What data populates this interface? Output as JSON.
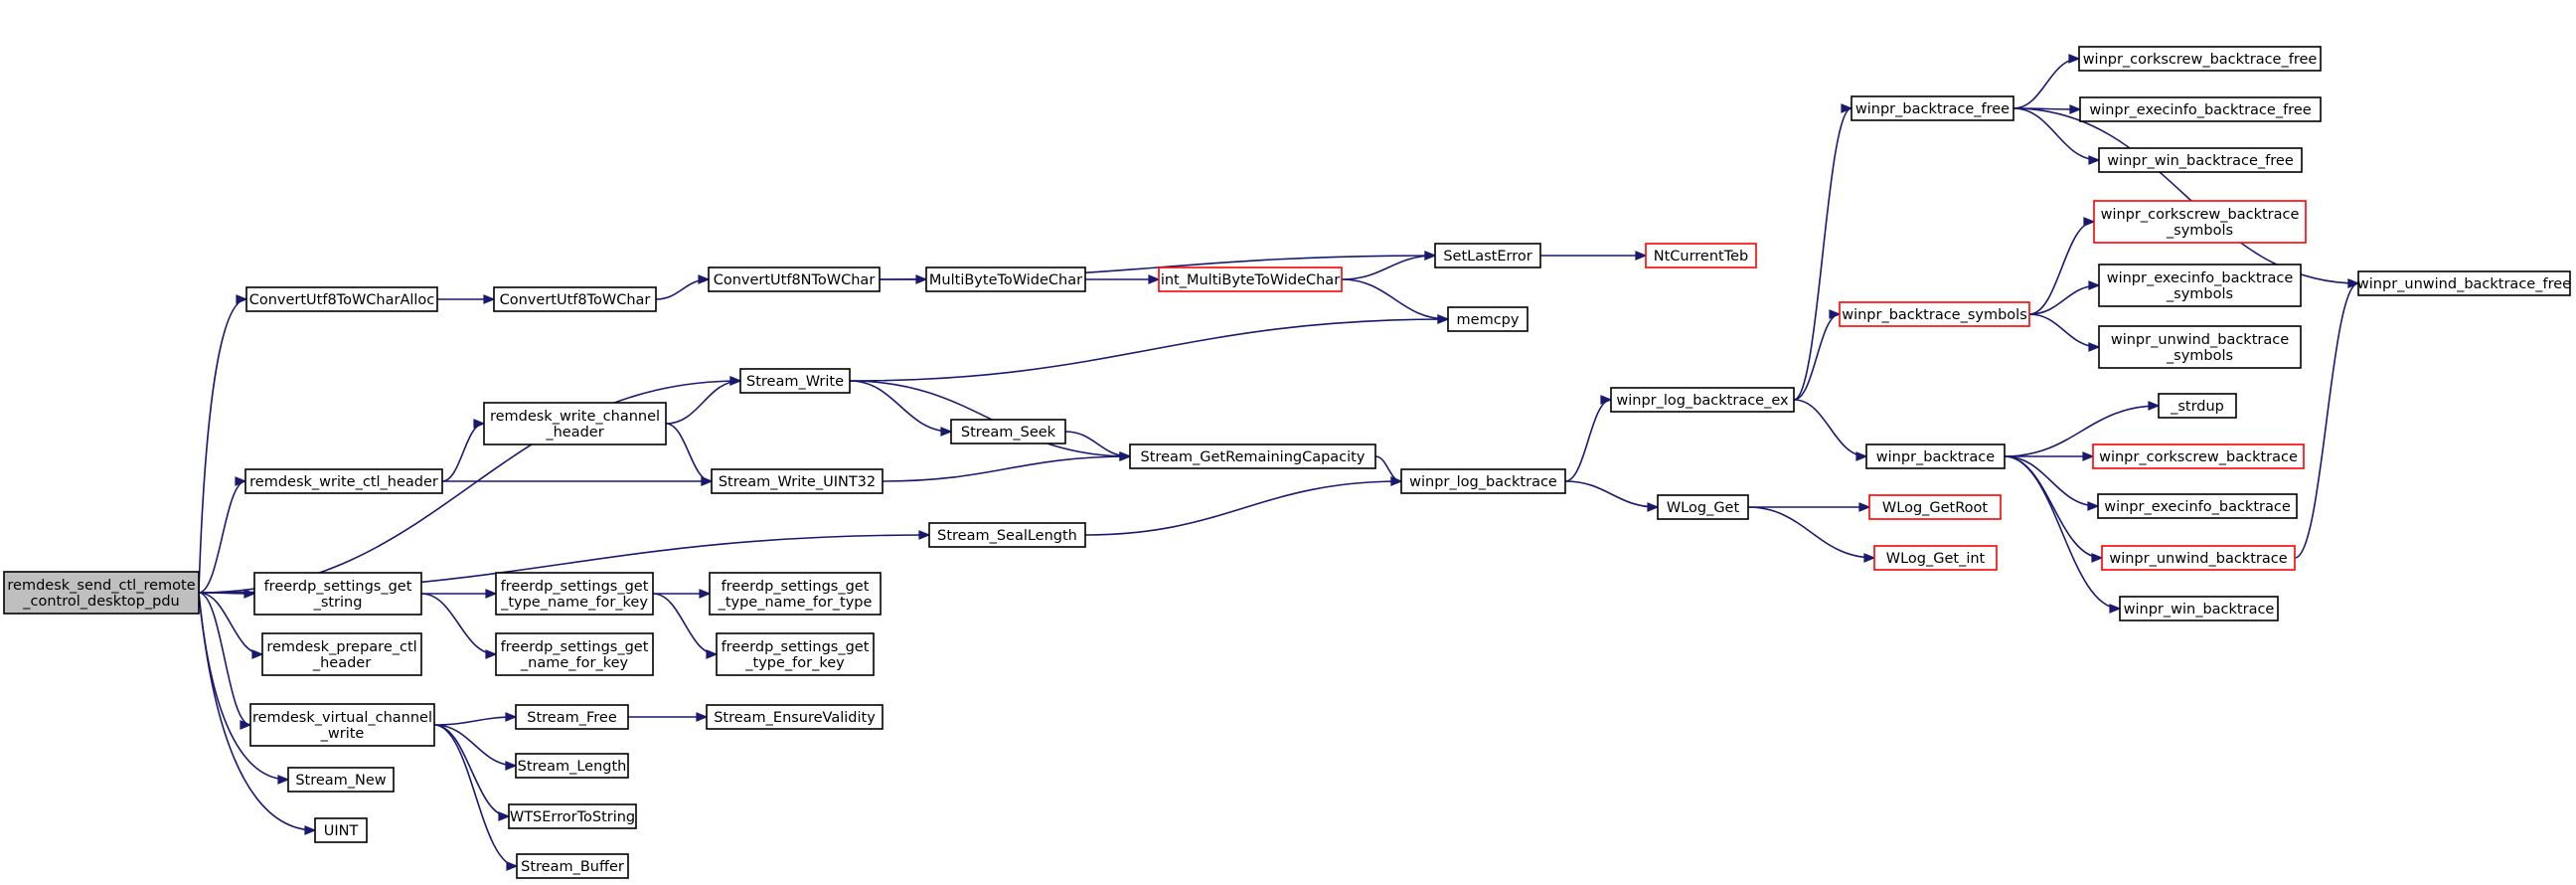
{
  "colors": {
    "edge": "#191970",
    "root_fill": "#bfbfbf",
    "node_fill": "#ffffff",
    "node_border": "#000000",
    "truncated_border": "#ff0000"
  },
  "nodes": {
    "root": {
      "lines": [
        "remdesk_send_ctl_remote",
        "_control_desktop_pdu"
      ],
      "root": true
    },
    "cu8wca": {
      "lines": [
        "ConvertUtf8ToWCharAlloc"
      ]
    },
    "cu8wc": {
      "lines": [
        "ConvertUtf8ToWChar"
      ]
    },
    "cu8nwc": {
      "lines": [
        "ConvertUtf8NToWChar"
      ]
    },
    "mb2wc": {
      "lines": [
        "MultiByteToWideChar"
      ]
    },
    "imb2wc": {
      "lines": [
        "int_MultiByteToWideChar"
      ],
      "truncated": true
    },
    "setlasterror": {
      "lines": [
        "SetLastError"
      ]
    },
    "ntcurrentteb": {
      "lines": [
        "NtCurrentTeb"
      ],
      "truncated": true
    },
    "memcpy": {
      "lines": [
        "memcpy"
      ]
    },
    "swrite": {
      "lines": [
        "Stream_Write"
      ]
    },
    "rwch": {
      "lines": [
        "remdesk_write_channel",
        "_header"
      ]
    },
    "rwctlh": {
      "lines": [
        "remdesk_write_ctl_header"
      ]
    },
    "sseek": {
      "lines": [
        "Stream_Seek"
      ]
    },
    "sgrc": {
      "lines": [
        "Stream_GetRemainingCapacity"
      ]
    },
    "swu32": {
      "lines": [
        "Stream_Write_UINT32"
      ]
    },
    "ssl": {
      "lines": [
        "Stream_SealLength"
      ]
    },
    "wlbt": {
      "lines": [
        "winpr_log_backtrace"
      ]
    },
    "wlbtex": {
      "lines": [
        "winpr_log_backtrace_ex"
      ]
    },
    "wlogget": {
      "lines": [
        "WLog_Get"
      ]
    },
    "wloggetroot": {
      "lines": [
        "WLog_GetRoot"
      ],
      "truncated": true
    },
    "wloggetint": {
      "lines": [
        "WLog_Get_int"
      ],
      "truncated": true
    },
    "wbtfree": {
      "lines": [
        "winpr_backtrace_free"
      ]
    },
    "wcbtfree": {
      "lines": [
        "winpr_corkscrew_backtrace_free"
      ]
    },
    "webtfree": {
      "lines": [
        "winpr_execinfo_backtrace_free"
      ]
    },
    "wwbtfree": {
      "lines": [
        "winpr_win_backtrace_free"
      ]
    },
    "wubtfree": {
      "lines": [
        "winpr_unwind_backtrace_free"
      ]
    },
    "wbtsym": {
      "lines": [
        "winpr_backtrace_symbols"
      ],
      "truncated": true
    },
    "wcbtsym": {
      "lines": [
        "winpr_corkscrew_backtrace",
        "_symbols"
      ],
      "truncated": true
    },
    "webtsym": {
      "lines": [
        "winpr_execinfo_backtrace",
        "_symbols"
      ]
    },
    "wubtsym": {
      "lines": [
        "winpr_unwind_backtrace",
        "_symbols"
      ]
    },
    "wbt": {
      "lines": [
        "winpr_backtrace"
      ]
    },
    "strdup": {
      "lines": [
        "_strdup"
      ]
    },
    "wcbt": {
      "lines": [
        "winpr_corkscrew_backtrace"
      ],
      "truncated": true
    },
    "webt": {
      "lines": [
        "winpr_execinfo_backtrace"
      ]
    },
    "wubt": {
      "lines": [
        "winpr_unwind_backtrace"
      ],
      "truncated": true
    },
    "wwbt": {
      "lines": [
        "winpr_win_backtrace"
      ]
    },
    "fsgs": {
      "lines": [
        "freerdp_settings_get",
        "_string"
      ]
    },
    "fsgtnk": {
      "lines": [
        "freerdp_settings_get",
        "_type_name_for_key"
      ]
    },
    "fsgtnt": {
      "lines": [
        "freerdp_settings_get",
        "_type_name_for_type"
      ]
    },
    "fsgnk": {
      "lines": [
        "freerdp_settings_get",
        "_name_for_key"
      ]
    },
    "fsgtk": {
      "lines": [
        "freerdp_settings_get",
        "_type_for_key"
      ]
    },
    "rpch": {
      "lines": [
        "remdesk_prepare_ctl",
        "_header"
      ]
    },
    "rvcw": {
      "lines": [
        "remdesk_virtual_channel",
        "_write"
      ]
    },
    "sfree": {
      "lines": [
        "Stream_Free"
      ]
    },
    "sev": {
      "lines": [
        "Stream_EnsureValidity"
      ]
    },
    "slen": {
      "lines": [
        "Stream_Length"
      ]
    },
    "wtserr": {
      "lines": [
        "WTSErrorToString"
      ]
    },
    "sbuf": {
      "lines": [
        "Stream_Buffer"
      ]
    },
    "snew": {
      "lines": [
        "Stream_New"
      ]
    },
    "uint": {
      "lines": [
        "UINT"
      ]
    }
  },
  "edges": [
    [
      "root",
      "cu8wca"
    ],
    [
      "root",
      "swrite"
    ],
    [
      "root",
      "rwctlh"
    ],
    [
      "root",
      "ssl"
    ],
    [
      "root",
      "fsgs"
    ],
    [
      "root",
      "rpch"
    ],
    [
      "root",
      "rvcw"
    ],
    [
      "root",
      "snew"
    ],
    [
      "root",
      "uint"
    ],
    [
      "cu8wca",
      "cu8wc"
    ],
    [
      "cu8wc",
      "cu8nwc"
    ],
    [
      "cu8nwc",
      "mb2wc"
    ],
    [
      "cu8nwc",
      "setlasterror"
    ],
    [
      "mb2wc",
      "imb2wc"
    ],
    [
      "imb2wc",
      "setlasterror"
    ],
    [
      "imb2wc",
      "memcpy"
    ],
    [
      "setlasterror",
      "ntcurrentteb"
    ],
    [
      "swrite",
      "memcpy"
    ],
    [
      "swrite",
      "sseek"
    ],
    [
      "swrite",
      "sgrc"
    ],
    [
      "rwctlh",
      "rwch"
    ],
    [
      "rwctlh",
      "swu32"
    ],
    [
      "rwch",
      "swrite"
    ],
    [
      "rwch",
      "swu32"
    ],
    [
      "sseek",
      "sgrc"
    ],
    [
      "swu32",
      "sgrc"
    ],
    [
      "sgrc",
      "wlbt"
    ],
    [
      "ssl",
      "wlbt"
    ],
    [
      "wlbt",
      "wlbtex"
    ],
    [
      "wlbt",
      "wlogget"
    ],
    [
      "wlogget",
      "wloggetroot"
    ],
    [
      "wlogget",
      "wloggetint"
    ],
    [
      "wlbtex",
      "wbtfree"
    ],
    [
      "wlbtex",
      "wbtsym"
    ],
    [
      "wlbtex",
      "wbt"
    ],
    [
      "wbtfree",
      "wcbtfree"
    ],
    [
      "wbtfree",
      "webtfree"
    ],
    [
      "wbtfree",
      "wwbtfree"
    ],
    [
      "wbtfree",
      "wubtfree"
    ],
    [
      "wbtsym",
      "wcbtsym"
    ],
    [
      "wbtsym",
      "webtsym"
    ],
    [
      "wbtsym",
      "wubtsym"
    ],
    [
      "wbt",
      "strdup"
    ],
    [
      "wbt",
      "wcbt"
    ],
    [
      "wbt",
      "webt"
    ],
    [
      "wbt",
      "wubt"
    ],
    [
      "wbt",
      "wwbt"
    ],
    [
      "wubt",
      "wubtfree"
    ],
    [
      "fsgs",
      "fsgtnk"
    ],
    [
      "fsgs",
      "fsgnk"
    ],
    [
      "fsgtnk",
      "fsgtnt"
    ],
    [
      "fsgtnk",
      "fsgtk"
    ],
    [
      "rvcw",
      "sfree"
    ],
    [
      "rvcw",
      "slen"
    ],
    [
      "rvcw",
      "wtserr"
    ],
    [
      "rvcw",
      "sbuf"
    ],
    [
      "sfree",
      "sev"
    ]
  ]
}
